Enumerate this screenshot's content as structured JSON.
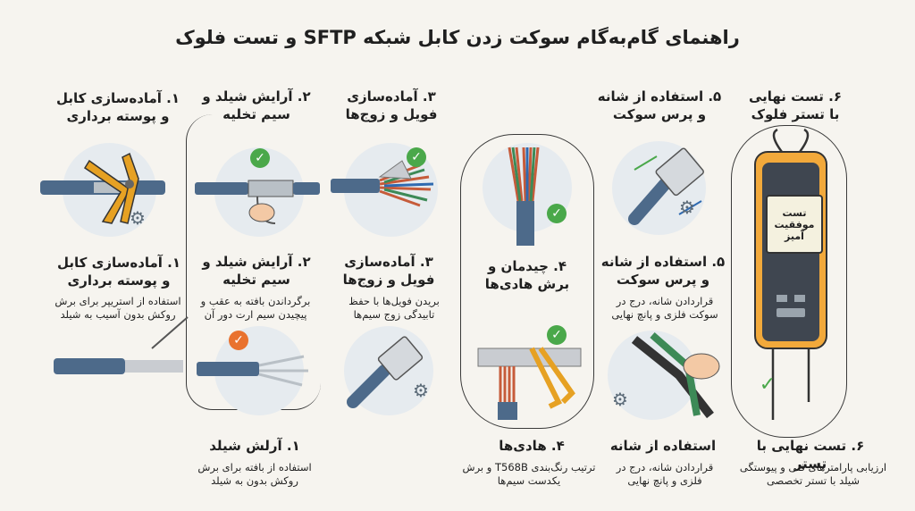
{
  "title": "راهنمای گام‌به‌گام سوکت زدن کابل شبکه SFTP و تست فلوک",
  "top_row": [
    {
      "heading": "۱. آماده‌سازی کابل و پوسته برداری"
    },
    {
      "heading": "۲. آرایش شیلد و سیم تخلیه"
    },
    {
      "heading": "۳. آماده‌سازی فویل و زوج‌ها"
    },
    {
      "heading": "۵. استفاده از شانه و پرس سوکت"
    },
    {
      "heading": "۶. تست نهایی با تستر فلوک"
    }
  ],
  "middle_row": [
    {
      "heading": "۱. آماده‌سازی کابل و پوسته برداری",
      "desc": "استفاده از استریپر برای برش روکش بدون آسیب به شیلد"
    },
    {
      "heading": "۲. آرایش شیلد و سیم تخلیه",
      "desc": "برگرداندن بافته به عقب و پیچیدن سیم ارت دور آن"
    },
    {
      "heading": "۳. آماده‌سازی فویل و زوج‌ها",
      "desc": "بریدن فویل‌ها با حفظ تابیدگی زوج سیم‌ها"
    },
    {
      "heading": "۴. چیدمان و برش هادی‌ها"
    },
    {
      "heading": "۵. استفاده از شانه و پرس سوکت",
      "desc": "قراردادن شانه، درج در سوکت فلزی و پانچ نهایی"
    }
  ],
  "bottom_row": [
    {
      "heading": "۱. آرلش شیلد",
      "desc": "استفاده از بافته برای برش روکش بدون به شیلد"
    },
    {
      "heading": "۴. هادی‌ها",
      "desc": "ترتیب رنگ‌بندی T568B و برش یکدست سیم‌ها"
    },
    {
      "heading": "استفاده از شانه",
      "desc": "قراردادن شانه، درج در فلزی و پانچ نهایی"
    },
    {
      "heading": "۶. تست نهایی با تستر",
      "desc": "ارزیابی پارامترهای فنی و پیوستگی شیلد با تستر تخصصی"
    }
  ],
  "tester_screen": "تست موفقیت آمیز",
  "colors": {
    "cable": "#4d6a8a",
    "shield": "#b9c0c6",
    "check": "#4aa84a",
    "warn": "#e9722e",
    "tester": "#f2a93b"
  }
}
